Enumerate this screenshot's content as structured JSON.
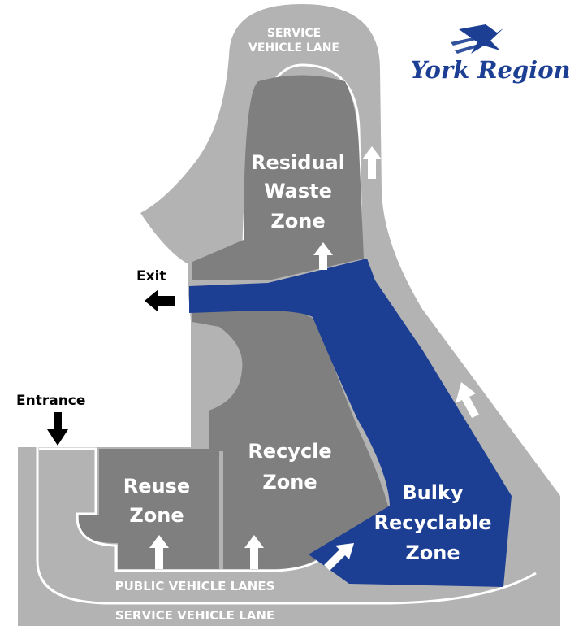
{
  "logo": {
    "text": "York Region",
    "color": "#1c3f94"
  },
  "colors": {
    "lane": "#b3b3b3",
    "zone": "#7f7f7f",
    "bulky": "#1c3f94",
    "arrow_dark": "#000000",
    "arrow_light": "#ffffff"
  },
  "labels": {
    "service_lane_top_1": "SERVICE",
    "service_lane_top_2": "VEHICLE LANE",
    "exit": "Exit",
    "entrance": "Entrance",
    "public_lanes": "PUBLIC VEHICLE LANES",
    "service_lane_bottom": "SERVICE VEHICLE LANE"
  },
  "zones": {
    "residual": {
      "line1": "Residual",
      "line2": "Waste",
      "line3": "Zone"
    },
    "recycle": {
      "line1": "Recycle",
      "line2": "Zone"
    },
    "reuse": {
      "line1": "Reuse",
      "line2": "Zone"
    },
    "bulky": {
      "line1": "Bulky",
      "line2": "Recyclable",
      "line3": "Zone"
    }
  }
}
